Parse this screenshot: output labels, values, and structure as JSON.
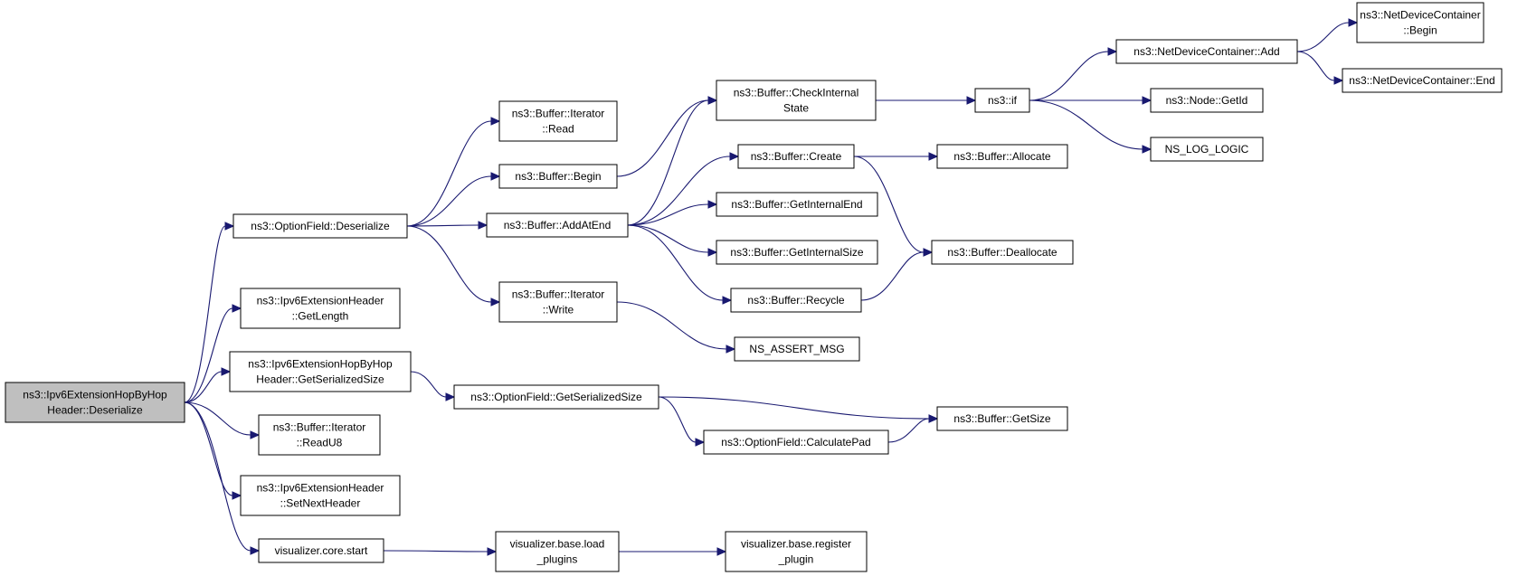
{
  "graph": {
    "colors": {
      "edge": "#191970",
      "root_fill": "#bfbfbf",
      "node_fill": "#ffffff",
      "border": "#000000"
    },
    "nodes": [
      {
        "id": "root",
        "lines": [
          "ns3::Ipv6ExtensionHopByHop",
          "Header::Deserialize"
        ],
        "root": true
      },
      {
        "id": "optionfield_deserialize",
        "lines": [
          "ns3::OptionField::Deserialize"
        ]
      },
      {
        "id": "ext_getlength",
        "lines": [
          "ns3::Ipv6ExtensionHeader",
          "::GetLength"
        ]
      },
      {
        "id": "hbh_getserializedsize",
        "lines": [
          "ns3::Ipv6ExtensionHopByHop",
          "Header::GetSerializedSize"
        ]
      },
      {
        "id": "iter_readu8",
        "lines": [
          "ns3::Buffer::Iterator",
          "::ReadU8"
        ]
      },
      {
        "id": "ext_setnextheader",
        "lines": [
          "ns3::Ipv6ExtensionHeader",
          "::SetNextHeader"
        ]
      },
      {
        "id": "viz_core_start",
        "lines": [
          "visualizer.core.start"
        ]
      },
      {
        "id": "iter_read",
        "lines": [
          "ns3::Buffer::Iterator",
          "::Read"
        ]
      },
      {
        "id": "buffer_begin",
        "lines": [
          "ns3::Buffer::Begin"
        ]
      },
      {
        "id": "buffer_addatend",
        "lines": [
          "ns3::Buffer::AddAtEnd"
        ]
      },
      {
        "id": "iter_write",
        "lines": [
          "ns3::Buffer::Iterator",
          "::Write"
        ]
      },
      {
        "id": "optionfield_getserializedsize",
        "lines": [
          "ns3::OptionField::GetSerializedSize"
        ]
      },
      {
        "id": "viz_base_loadplugins",
        "lines": [
          "visualizer.base.load",
          "_plugins"
        ]
      },
      {
        "id": "buffer_checkinternalstate",
        "lines": [
          "ns3::Buffer::CheckInternal",
          "State"
        ]
      },
      {
        "id": "buffer_create",
        "lines": [
          "ns3::Buffer::Create"
        ]
      },
      {
        "id": "buffer_getinternalend",
        "lines": [
          "ns3::Buffer::GetInternalEnd"
        ]
      },
      {
        "id": "buffer_getinternalsize",
        "lines": [
          "ns3::Buffer::GetInternalSize"
        ]
      },
      {
        "id": "buffer_recycle",
        "lines": [
          "ns3::Buffer::Recycle"
        ]
      },
      {
        "id": "ns_assert_msg",
        "lines": [
          "NS_ASSERT_MSG"
        ]
      },
      {
        "id": "optionfield_calculatepad",
        "lines": [
          "ns3::OptionField::CalculatePad"
        ]
      },
      {
        "id": "viz_base_registerplugin",
        "lines": [
          "visualizer.base.register",
          "_plugin"
        ]
      },
      {
        "id": "ns3_if",
        "lines": [
          "ns3::if"
        ]
      },
      {
        "id": "buffer_allocate",
        "lines": [
          "ns3::Buffer::Allocate"
        ]
      },
      {
        "id": "buffer_deallocate",
        "lines": [
          "ns3::Buffer::Deallocate"
        ]
      },
      {
        "id": "buffer_getsize",
        "lines": [
          "ns3::Buffer::GetSize"
        ]
      },
      {
        "id": "ndc_add",
        "lines": [
          "ns3::NetDeviceContainer::Add"
        ]
      },
      {
        "id": "node_getid",
        "lines": [
          "ns3::Node::GetId"
        ]
      },
      {
        "id": "ns_log_logic",
        "lines": [
          "NS_LOG_LOGIC"
        ]
      },
      {
        "id": "ndc_begin",
        "lines": [
          "ns3::NetDeviceContainer",
          "::Begin"
        ]
      },
      {
        "id": "ndc_end",
        "lines": [
          "ns3::NetDeviceContainer::End"
        ]
      }
    ],
    "edges": [
      {
        "from": "root",
        "to": "optionfield_deserialize"
      },
      {
        "from": "root",
        "to": "ext_getlength"
      },
      {
        "from": "root",
        "to": "hbh_getserializedsize"
      },
      {
        "from": "root",
        "to": "iter_readu8"
      },
      {
        "from": "root",
        "to": "ext_setnextheader"
      },
      {
        "from": "root",
        "to": "viz_core_start"
      },
      {
        "from": "optionfield_deserialize",
        "to": "iter_read"
      },
      {
        "from": "optionfield_deserialize",
        "to": "buffer_begin"
      },
      {
        "from": "optionfield_deserialize",
        "to": "buffer_addatend"
      },
      {
        "from": "optionfield_deserialize",
        "to": "iter_write"
      },
      {
        "from": "buffer_begin",
        "to": "buffer_checkinternalstate"
      },
      {
        "from": "buffer_addatend",
        "to": "buffer_checkinternalstate"
      },
      {
        "from": "buffer_addatend",
        "to": "buffer_create"
      },
      {
        "from": "buffer_addatend",
        "to": "buffer_getinternalend"
      },
      {
        "from": "buffer_addatend",
        "to": "buffer_getinternalsize"
      },
      {
        "from": "buffer_addatend",
        "to": "buffer_recycle"
      },
      {
        "from": "iter_write",
        "to": "ns_assert_msg"
      },
      {
        "from": "hbh_getserializedsize",
        "to": "optionfield_getserializedsize"
      },
      {
        "from": "optionfield_getserializedsize",
        "to": "buffer_getsize"
      },
      {
        "from": "optionfield_getserializedsize",
        "to": "optionfield_calculatepad"
      },
      {
        "from": "optionfield_calculatepad",
        "to": "buffer_getsize"
      },
      {
        "from": "viz_core_start",
        "to": "viz_base_loadplugins"
      },
      {
        "from": "viz_base_loadplugins",
        "to": "viz_base_registerplugin"
      },
      {
        "from": "buffer_checkinternalstate",
        "to": "ns3_if"
      },
      {
        "from": "buffer_create",
        "to": "buffer_allocate"
      },
      {
        "from": "buffer_create",
        "to": "buffer_deallocate"
      },
      {
        "from": "buffer_recycle",
        "to": "buffer_deallocate"
      },
      {
        "from": "ns3_if",
        "to": "ndc_add"
      },
      {
        "from": "ns3_if",
        "to": "node_getid"
      },
      {
        "from": "ns3_if",
        "to": "ns_log_logic"
      },
      {
        "from": "ndc_add",
        "to": "ndc_begin"
      },
      {
        "from": "ndc_add",
        "to": "ndc_end"
      }
    ]
  }
}
